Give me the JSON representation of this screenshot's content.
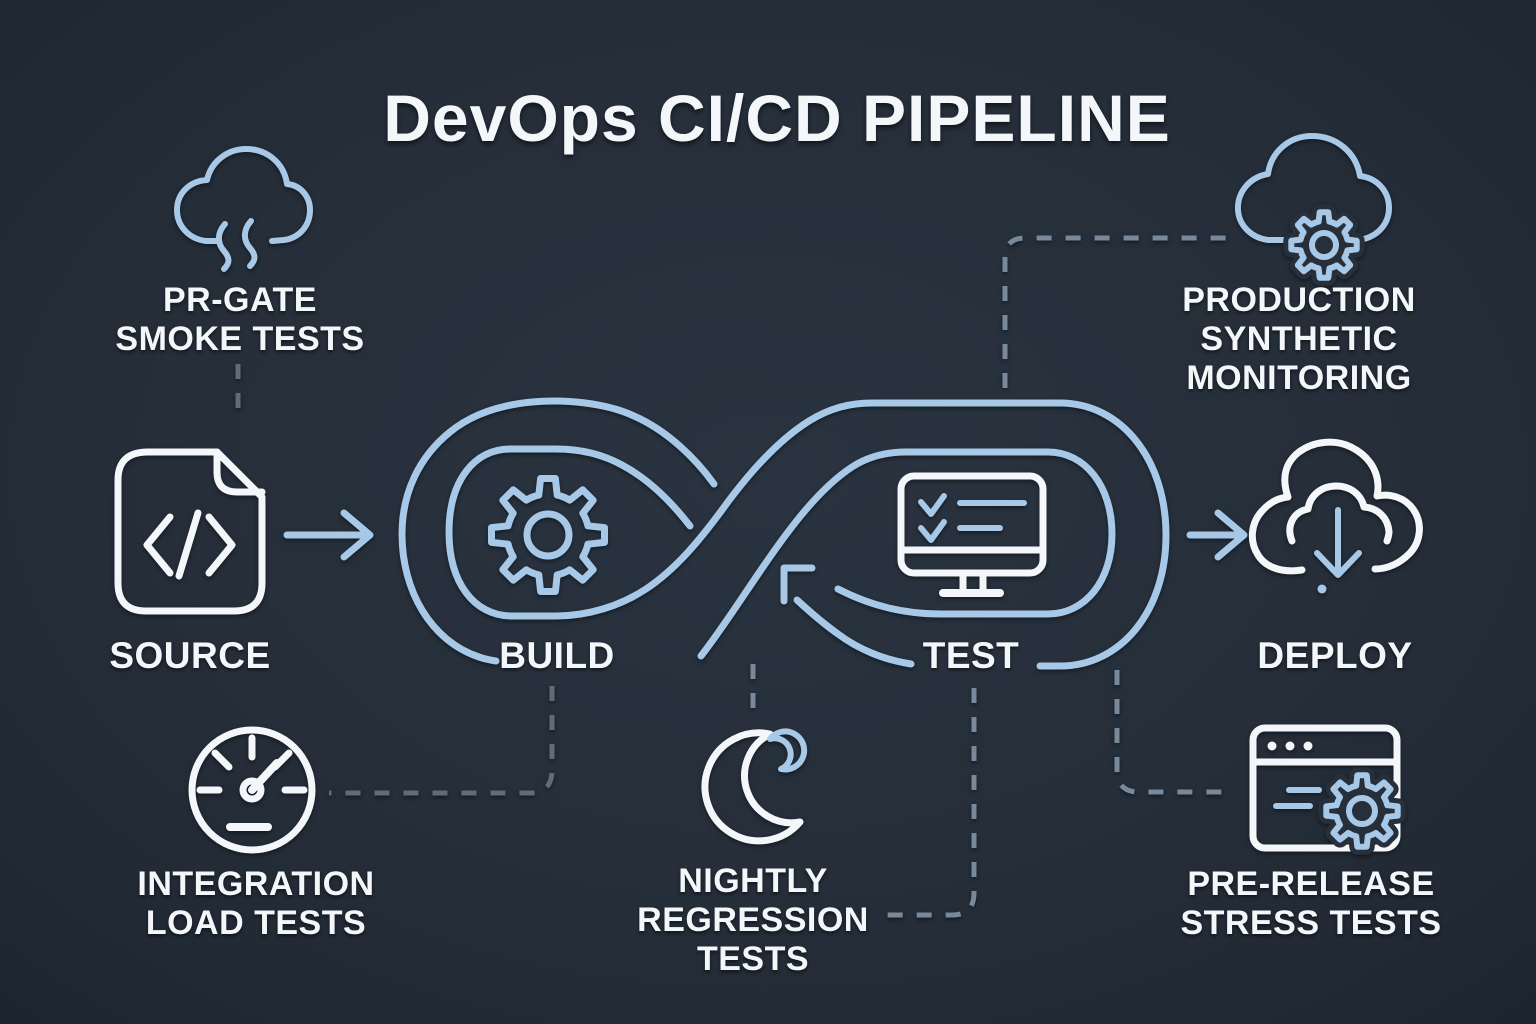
{
  "title": "DevOps CI/CD PIPELINE",
  "stages": {
    "source": {
      "label": "SOURCE",
      "icon": "code-file-icon"
    },
    "build": {
      "label": "BUILD",
      "icon": "gear-icon"
    },
    "test": {
      "label": "TEST",
      "icon": "monitor-checklist-icon"
    },
    "deploy": {
      "label": "DEPLOY",
      "icon": "cloud-download-icon"
    }
  },
  "satellites": {
    "pr_gate": {
      "line1": "PR-GATE",
      "line2": "SMOKE TESTS",
      "icon": "steam-cloud-icon"
    },
    "production": {
      "line1": "PRODUCTION",
      "line2": "SYNTHETIC",
      "line3": "MONITORING",
      "icon": "cloud-gear-icon"
    },
    "integration": {
      "line1": "INTEGRATION",
      "line2": "LOAD TESTS",
      "icon": "gauge-icon"
    },
    "nightly": {
      "line1": "NIGHTLY",
      "line2": "REGRESSION",
      "line3": "TESTS",
      "icon": "moon-icon"
    },
    "prerelease": {
      "line1": "PRE-RELEASE",
      "line2": "STRESS TESTS",
      "icon": "browser-gear-icon"
    }
  },
  "colors": {
    "background": "#262f3a",
    "accent_blue": "#a8c8e8",
    "icon_white": "#f4f7fa",
    "connector_gray": "#5f6d7b",
    "connector_blue_gray": "#78899c",
    "text": "#f4f7fa"
  }
}
